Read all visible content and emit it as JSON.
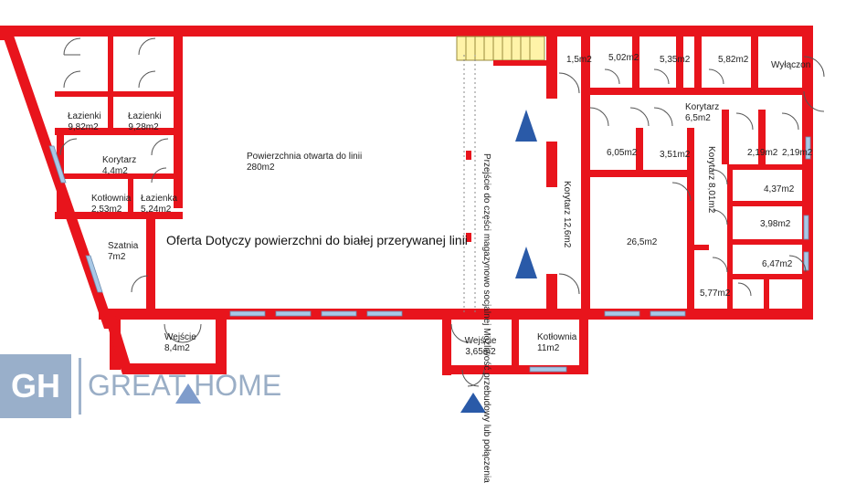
{
  "floorplan": {
    "rooms": [
      {
        "id": "lazienki-1",
        "name": "Łazienki",
        "area": "9,82m2"
      },
      {
        "id": "lazienki-2",
        "name": "Łazienki",
        "area": "9,28m2"
      },
      {
        "id": "korytarz-left",
        "name": "Korytarz",
        "area": "4,4m2"
      },
      {
        "id": "kotlownia-left",
        "name": "Kotłownia",
        "area": "2,53m2"
      },
      {
        "id": "lazienka",
        "name": "Łazienka",
        "area": "5,24m2"
      },
      {
        "id": "szatnia",
        "name": "Szatnia",
        "area": "7m2"
      },
      {
        "id": "wejscie-left",
        "name": "Wejście",
        "area": "8,4m2"
      },
      {
        "id": "open-space",
        "name": "Powierzchnia otwarta do linii",
        "area": "280m2"
      },
      {
        "id": "wejscie-mid",
        "name": "Wejście",
        "area": "3,65m2"
      },
      {
        "id": "kotlownia-mid",
        "name": "Kotłownia",
        "area": "11m2"
      },
      {
        "id": "small-15",
        "name": "",
        "area": "1,5m2"
      },
      {
        "id": "r-502",
        "name": "",
        "area": "5,02m2"
      },
      {
        "id": "r-535",
        "name": "",
        "area": "5,35m2"
      },
      {
        "id": "r-582",
        "name": "",
        "area": "5,82m2"
      },
      {
        "id": "wylacznik",
        "name": "Wyłączon",
        "area": ""
      },
      {
        "id": "korytarz-top",
        "name": "Korytarz",
        "area": "6,5m2"
      },
      {
        "id": "r-605",
        "name": "",
        "area": "6,05m2"
      },
      {
        "id": "r-351",
        "name": "",
        "area": "3,51m2"
      },
      {
        "id": "r-219a",
        "name": "",
        "area": "2,19m2"
      },
      {
        "id": "r-219b",
        "name": "",
        "area": "2,19m2"
      },
      {
        "id": "r-437",
        "name": "",
        "area": "4,37m2"
      },
      {
        "id": "r-398",
        "name": "",
        "area": "3,98m2"
      },
      {
        "id": "r-647",
        "name": "",
        "area": "6,47m2"
      },
      {
        "id": "r-577",
        "name": "",
        "area": "5,77m2"
      },
      {
        "id": "r-265",
        "name": "",
        "area": "26,5m2"
      }
    ],
    "korytarz_vertical": {
      "name": "Korytarz",
      "area": "12,6m2"
    },
    "korytarz_right_vertical": {
      "name": "Korytarz",
      "area": "8,01m2"
    },
    "passage_note": [
      "Przejście do części",
      "magazynowo socjalnej",
      "Możliwość przebudowy",
      "lub połączenia"
    ],
    "offer_note": "Oferta Dotyczy powierzchni do białej przerywanej linii",
    "colors": {
      "wall": "#e8141c",
      "window": "#a9c8e6",
      "arrow": "#2a5aa8",
      "door": "#555555"
    }
  },
  "logo": {
    "initials": "GH",
    "name": "GREAT HOME"
  }
}
